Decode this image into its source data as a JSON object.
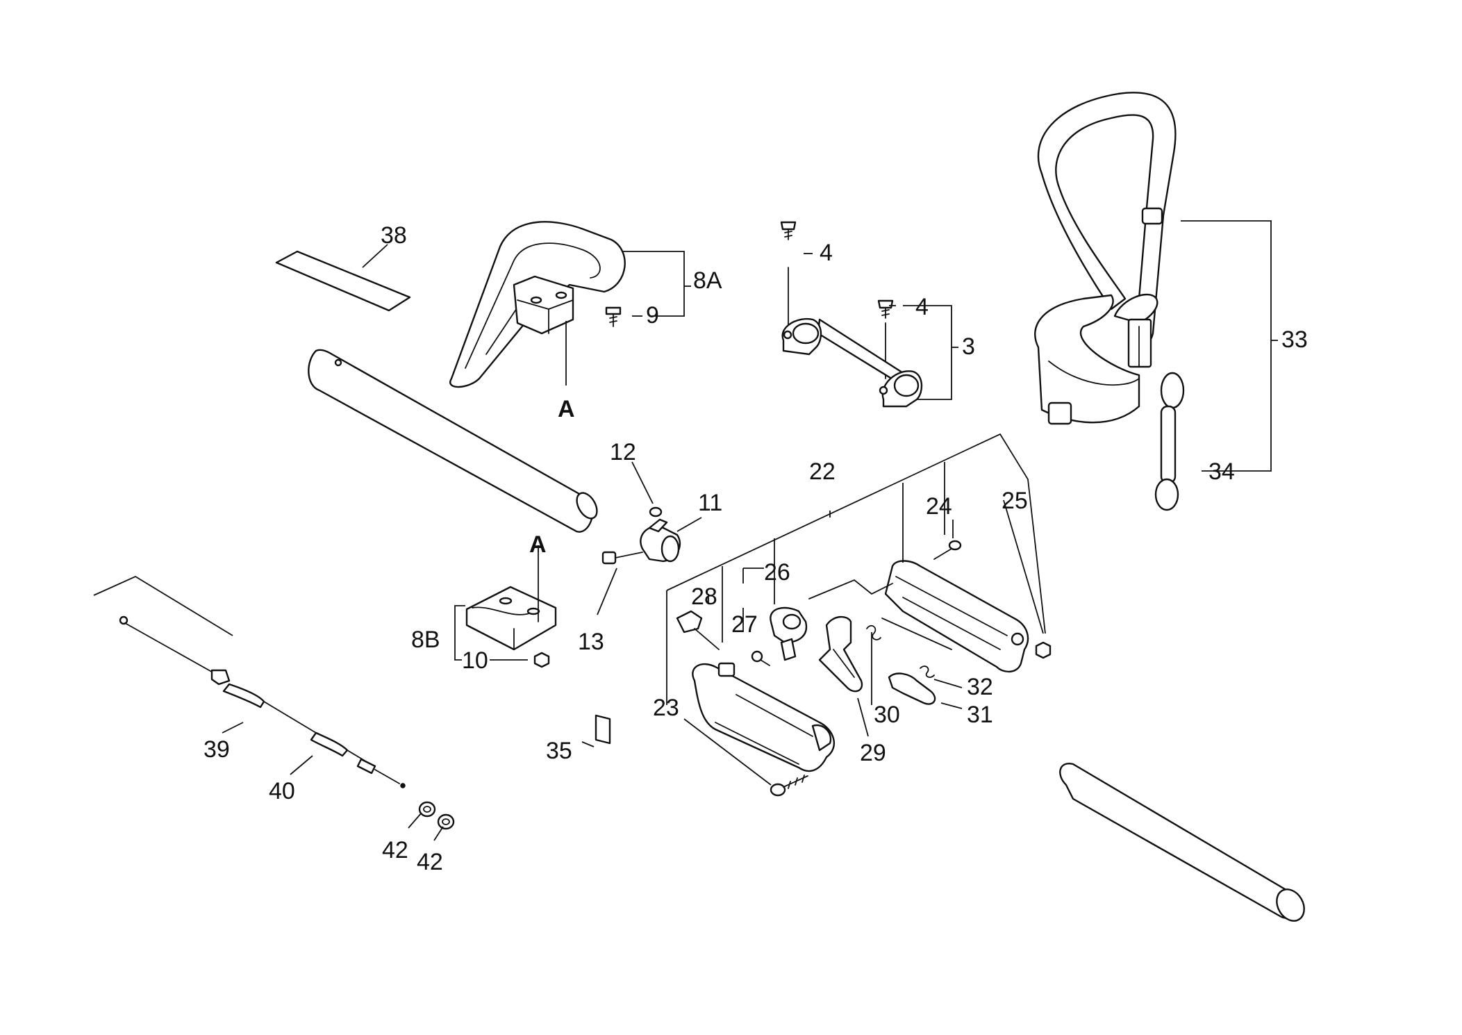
{
  "callouts": {
    "p38": "38",
    "p8A": "8A",
    "p9": "9",
    "pA_top": "A",
    "p4a": "4",
    "p4b": "4",
    "p3": "3",
    "p33": "33",
    "p34": "34",
    "p12": "12",
    "p11": "11",
    "p13": "13",
    "pA_bottom": "A",
    "p8B": "8B",
    "p10": "10",
    "p22": "22",
    "p24": "24",
    "p25": "25",
    "p26": "26",
    "p28": "28",
    "p27": "27",
    "p23": "23",
    "p30": "30",
    "p29": "29",
    "p32": "32",
    "p31": "31",
    "p35": "35",
    "p39": "39",
    "p40": "40",
    "p42a": "42",
    "p42b": "42"
  }
}
